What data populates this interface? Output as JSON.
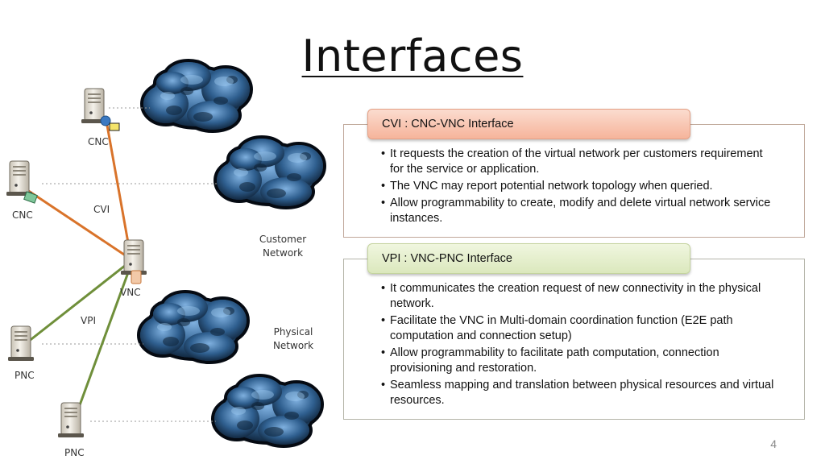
{
  "slide": {
    "title": "Interfaces",
    "page_number": "4"
  },
  "diagram": {
    "nodes": {
      "cnc_top": "CNC",
      "cnc_left": "CNC",
      "vnc": "VNC",
      "pnc_top": "PNC",
      "pnc_bottom": "PNC"
    },
    "labels": {
      "cvi": "CVI",
      "vpi": "VPI",
      "customer_network_line1": "Customer",
      "customer_network_line2": "Network",
      "physical_network_line1": "Physical",
      "physical_network_line2": "Network"
    },
    "colors": {
      "cvi_link": "#d9732a",
      "vpi_link": "#6f8f3a",
      "cloud": "#2f5f8f"
    }
  },
  "cvi_panel": {
    "header": "CVI  : CNC-VNC Interface",
    "bullets": [
      "It requests the creation of the virtual network per customers requirement for the service or application.",
      "The VNC may report potential network topology when queried.",
      "Allow programmability to create, modify and delete virtual network service instances."
    ]
  },
  "vpi_panel": {
    "header": "VPI : VNC-PNC Interface",
    "bullets": [
      "It communicates the creation request of new connectivity in the physical network.",
      "Facilitate the VNC in Multi-domain coordination function (E2E path computation and connection setup)",
      "Allow programmability to facilitate path computation, connection provisioning and restoration.",
      "Seamless mapping and translation between physical resources and virtual resources."
    ]
  }
}
